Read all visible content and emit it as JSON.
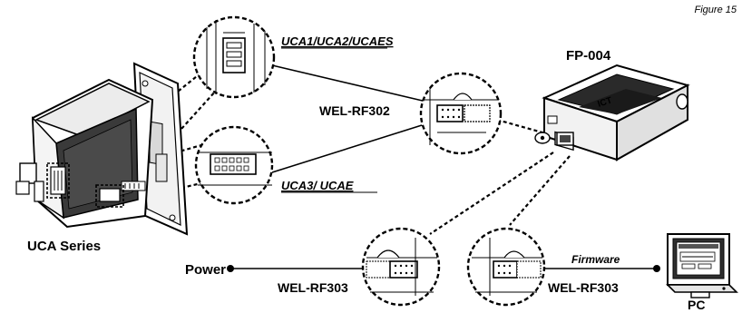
{
  "figure_label": "Figure 15",
  "labels": {
    "uca_series": "UCA Series",
    "uca1_group": "UCA1/UCA2/UCAES",
    "uca3_group": "UCA3/ UCAE",
    "fp004": "FP-004",
    "wel_rf302": "WEL-RF302",
    "power": "Power",
    "wel_rf303_power": "WEL-RF303",
    "wel_rf303_pc": "WEL-RF303",
    "firmware": "Firmware",
    "pc": "PC"
  },
  "fp004_logo": "ICT"
}
